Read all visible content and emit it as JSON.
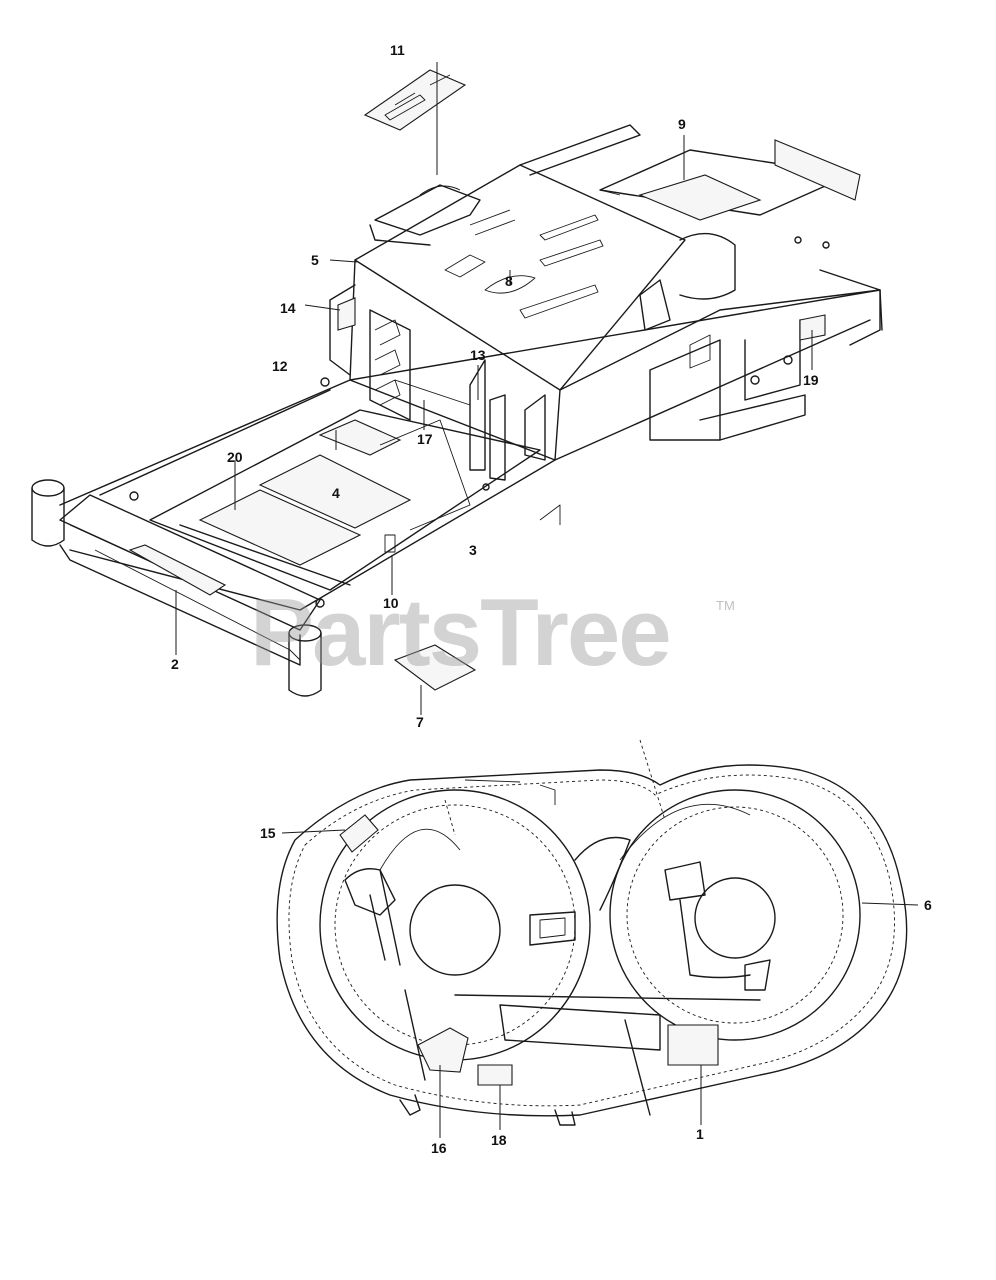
{
  "watermark": {
    "brand": "PartsTree",
    "trademark": "TM"
  },
  "callouts": {
    "c1": "1",
    "c2": "2",
    "c3": "3",
    "c4": "4",
    "c5": "5",
    "c6": "6",
    "c7": "7",
    "c8": "8",
    "c9": "9",
    "c10": "10",
    "c11": "11",
    "c12": "12",
    "c13": "13",
    "c14": "14",
    "c15": "15",
    "c16": "16",
    "c17": "17",
    "c18": "18",
    "c19": "19",
    "c20": "20"
  }
}
